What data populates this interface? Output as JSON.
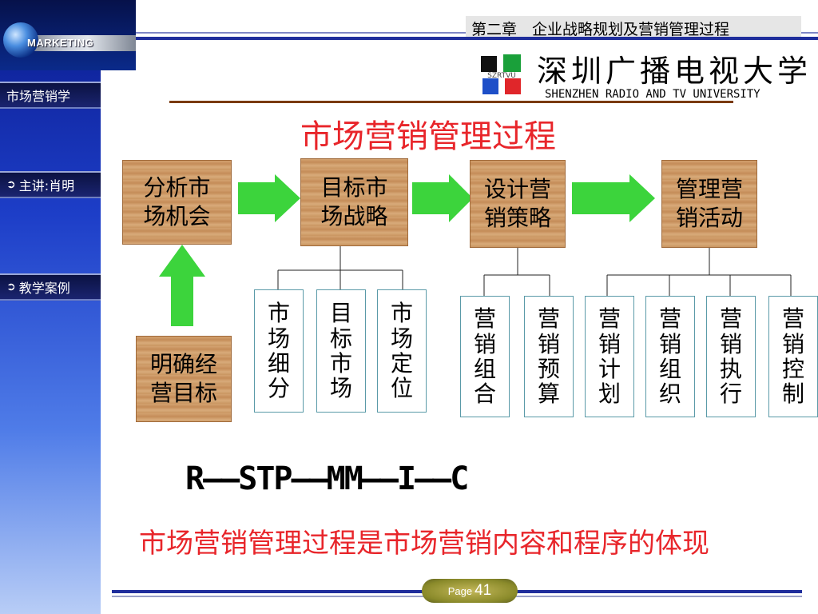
{
  "header": {
    "chapter_title": "第二章　企业战略规划及营销管理过程",
    "university_cn": "深圳广播电视大学",
    "university_en": "SHENZHEN RADIO AND TV UNIVERSITY",
    "logo_abbrev": "SZRTVU"
  },
  "sidebar": {
    "logo_text": "MARKETING",
    "items": [
      {
        "label": "市场营销学"
      },
      {
        "label": "主讲:肖明",
        "icon": "arrow-circle-icon"
      },
      {
        "label": "教学案例",
        "icon": "arrow-circle-icon"
      }
    ]
  },
  "title": "市场营销管理过程",
  "diagram": {
    "stages": [
      {
        "lines": [
          "分析市",
          "场机会"
        ]
      },
      {
        "lines": [
          "目标市",
          "场战略"
        ]
      },
      {
        "lines": [
          "设计营",
          "销策略"
        ]
      },
      {
        "lines": [
          "管理营",
          "销活动"
        ]
      }
    ],
    "origin": {
      "lines": [
        "明确经",
        "营目标"
      ]
    },
    "target_children": [
      "市场细分",
      "目标市场",
      "市场定位"
    ],
    "strategy_children": [
      "营销组合",
      "营销预算"
    ],
    "management_children": [
      "营销计划",
      "营销组织",
      "营销执行",
      "营销控制"
    ],
    "arrow_color": "#3cd43c",
    "formula": "R——STP——MM——I——C"
  },
  "footer_text": "市场营销管理过程是市场营销内容和程序的体现",
  "page": {
    "label": "Page",
    "number": "41"
  }
}
